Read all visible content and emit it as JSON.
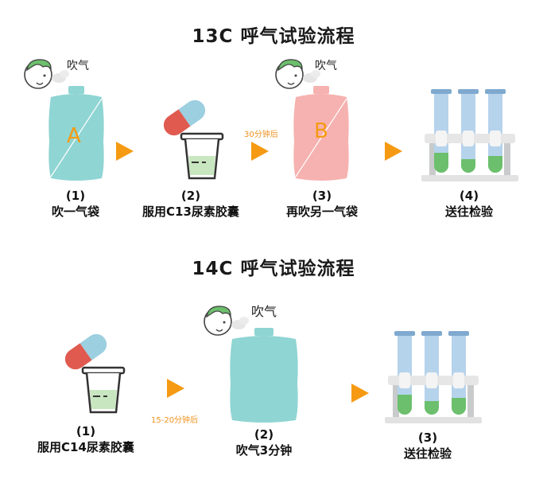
{
  "section_13c": {
    "title": "13C 呼气试验流程",
    "steps": [
      {
        "num": "(1)",
        "label": "吹一气袋",
        "bag_letter": "A",
        "blow_text": "吹气"
      },
      {
        "num": "(2)",
        "label": "服用C13尿素胶囊"
      },
      {
        "num": "(3)",
        "label": "再吹另一气袋",
        "bag_letter": "B",
        "blow_text": "吹气"
      },
      {
        "num": "(4)",
        "label": "送往检验"
      }
    ],
    "wait_note": "30分钟后"
  },
  "section_14c": {
    "title": "14C 呼气试验流程",
    "steps": [
      {
        "num": "(1)",
        "label": "服用C14尿素胶囊"
      },
      {
        "num": "(2)",
        "label": "吹气3分钟",
        "blow_text": "吹气"
      },
      {
        "num": "(3)",
        "label": "送往检验"
      }
    ],
    "wait_note": "15-20分钟后"
  },
  "colors": {
    "bag_teal": "#8fd5d3",
    "bag_pink": "#f6b2b0",
    "arrow": "#f59a12",
    "capsule_red": "#e05a50",
    "capsule_blue": "#9ccfe0",
    "tube_blue": "#b6d3ec",
    "liquid_green": "#6cbf6c",
    "rack_gray": "#c8cacb",
    "letter_orange": "#f59a12"
  },
  "icons": [
    "face-blowing-icon",
    "air-bag-icon",
    "capsule-icon",
    "cup-icon",
    "arrow-right-icon",
    "test-tube-rack-icon"
  ]
}
